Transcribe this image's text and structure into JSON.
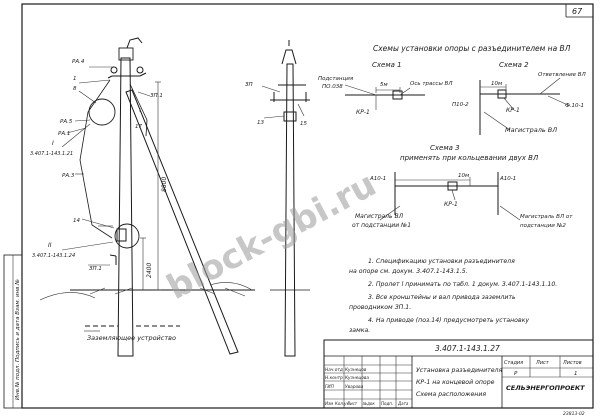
{
  "sheet": {
    "page_number": "67",
    "doc_code": "3.407.1-143.1.27",
    "footer_code": "23813-02"
  },
  "watermark": {
    "text": "block-gbi.ru"
  },
  "side_stamp": {
    "text": "Инв.№ подл.  Подпись и дата  Взам. инв.№"
  },
  "pole": {
    "labels": [
      "РА.4",
      "1",
      "8",
      "РА.5",
      "РА.1",
      "3.407.1-143.1.21",
      "РА.3",
      "14",
      "3.407.1-143.1.24",
      "ЗП.1",
      "17",
      "ЗП.1",
      "8800",
      "2400",
      "II",
      "I",
      "Заземляющее устройство"
    ]
  },
  "side_view": {
    "labels": [
      "ЗП",
      "13",
      "15"
    ]
  },
  "schemes": {
    "title": "Схемы установки опоры с разъединителем на ВЛ",
    "s1": {
      "title": "Схема 1",
      "labels": [
        "Подстанция",
        "ПО.038",
        "5м",
        "Ось трассы ВЛ",
        "КР-1"
      ]
    },
    "s2": {
      "title": "Схема 2",
      "labels": [
        "10м",
        "Ответвление ВЛ",
        "П10-2",
        "КР-1",
        "Ф.10-1",
        "Магистраль ВЛ"
      ]
    },
    "s3": {
      "title": "Схема 3",
      "subtitle": "применять при кольцевании двух ВЛ",
      "labels": [
        "А10-1",
        "10м",
        "А10-1",
        "КР-1",
        "Магистраль ВЛ",
        "от подстанции №1",
        "Магистраль ВЛ от",
        "подстанции №2"
      ]
    }
  },
  "notes": [
    "1. Спецификацию установки разъединителя",
    "на опоре см. докум. 3.407.1-143.1.5.",
    "2. Пролет l принимать по табл. 1 докум. 3.407.1-143.1.10.",
    "3. Все кронштейны и вал привода заземлить",
    "проводником ЗП.1.",
    "4. На приводе (поз.14) предусмотреть установку",
    "замка."
  ],
  "title_block": {
    "code": "3.407.1-143.1.27",
    "roles": [
      "Нач.отд",
      "Н.контр",
      "ГИП"
    ],
    "names": [
      "Кузнецов",
      "Кузнецова",
      "Уварова"
    ],
    "col_headers": [
      "Изм",
      "Кол.уч",
      "Лист",
      "№док",
      "Подп.",
      "Дата"
    ],
    "description": [
      "Установка разъединителя",
      "КР-1 на концевой опоре",
      "Схема расположения"
    ],
    "stage_headers": [
      "Стадия",
      "Лист",
      "Листов"
    ],
    "stage_values": [
      "Р",
      "",
      "1"
    ],
    "org": "СЕЛЬЭНЕРГОПРОЕКТ"
  }
}
